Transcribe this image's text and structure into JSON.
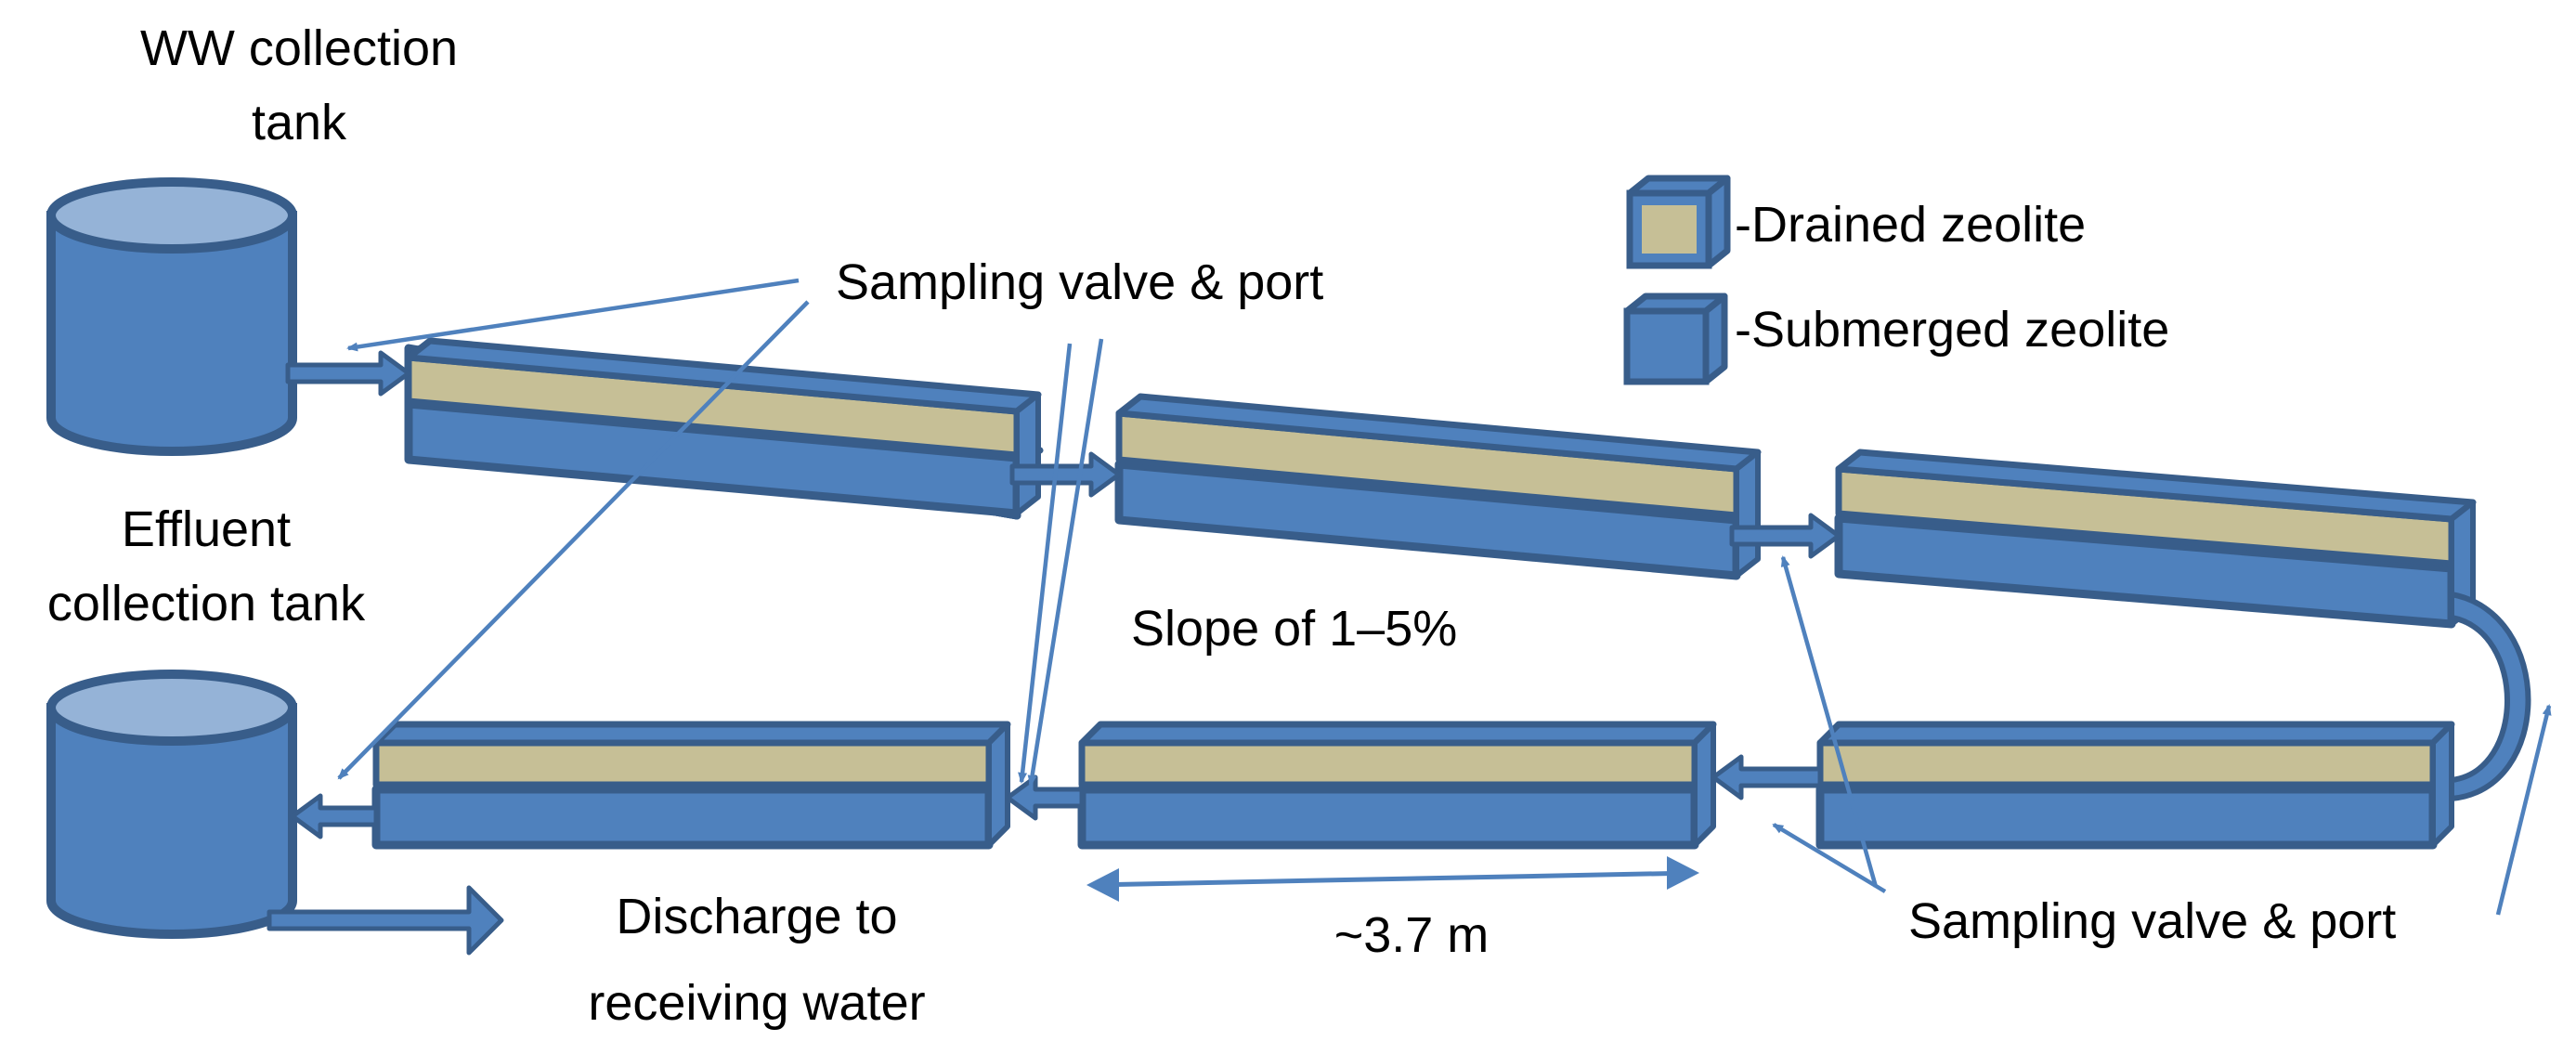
{
  "labels": {
    "ww_tank": [
      "WW collection",
      "tank"
    ],
    "effluent_tank": [
      "Effluent",
      "collection tank"
    ],
    "sampling_top": "Sampling valve & port",
    "sampling_bottom": "Sampling valve & port",
    "slope": "Slope of 1–5%",
    "discharge": [
      "Discharge to",
      "receiving water"
    ],
    "length": "~3.7 m"
  },
  "legend": {
    "drained": "-Drained zeolite",
    "submerged": "-Submerged zeolite"
  },
  "colors": {
    "water_blue": "#4f81bd",
    "outline": "#385d8a",
    "zeolite_tan": "#c6bf96",
    "tank_top": "#95b3d7"
  }
}
